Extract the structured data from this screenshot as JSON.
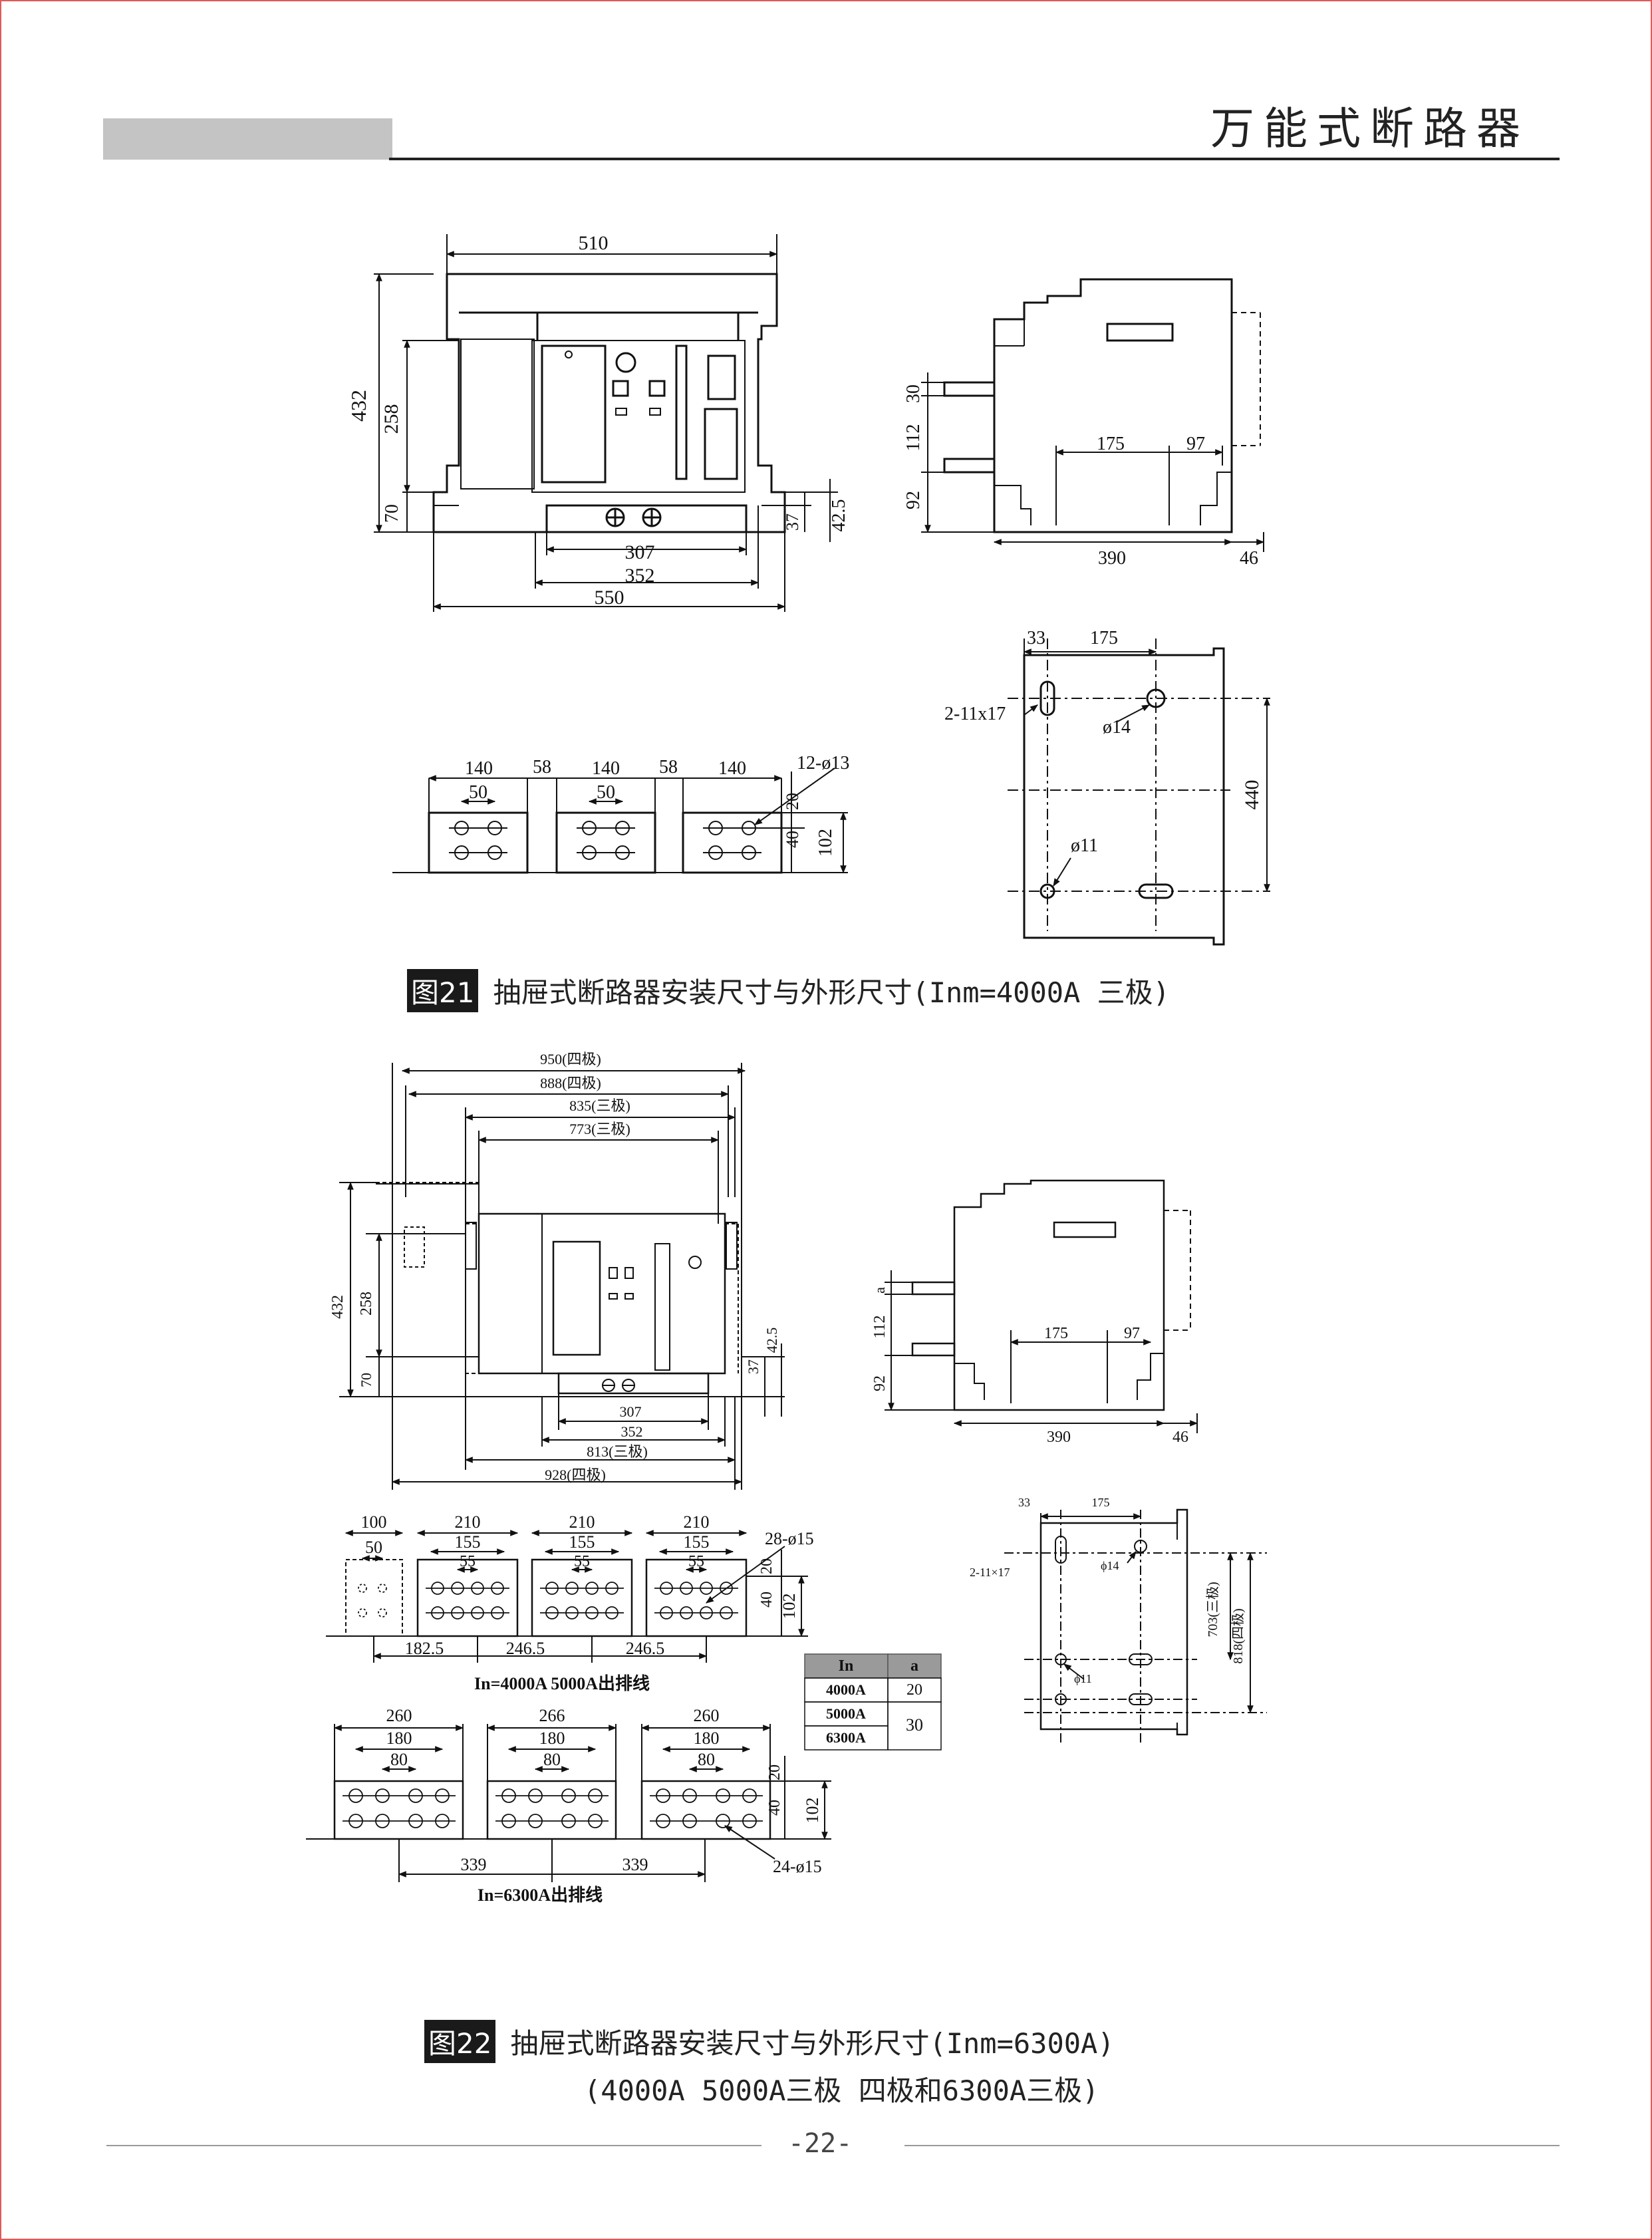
{
  "header": {
    "title": "万能式断路器"
  },
  "figure21": {
    "tag": "图21",
    "caption": "抽屉式断路器安装尺寸与外形尺寸(Inm=4000A  三极)",
    "front": {
      "w510": "510",
      "h432": "432",
      "h258": "258",
      "h70": "70",
      "d37": "37",
      "d425": "42.5",
      "w307": "307",
      "w352": "352",
      "w550": "550"
    },
    "side": {
      "d30": "30",
      "d112": "112",
      "d92": "92",
      "d175": "175",
      "d97": "97",
      "d390": "390",
      "d46": "46"
    },
    "mount": {
      "d33": "33",
      "d175": "175",
      "slot": "2-11x17",
      "phi14": "ø14",
      "phi11": "ø11",
      "d440": "440"
    },
    "terminals": {
      "d140": "140",
      "d58": "58",
      "d50": "50",
      "holes": "12-ø13",
      "d20": "20",
      "d40": "40",
      "d102": "102"
    }
  },
  "figure22": {
    "tag": "图22",
    "caption1": "抽屉式断路器安装尺寸与外形尺寸(Inm=6300A)",
    "caption2": "(4000A   5000A三极    四极和6300A三极)",
    "front": {
      "w950": "950(四极)",
      "w888": "888(四极)",
      "w835": "835(三极)",
      "w773": "773(三极)",
      "h432": "432",
      "h258": "258",
      "h70": "70",
      "d425": "42.5",
      "d37": "37",
      "w307": "307",
      "w352": "352",
      "w813": "813(三极)",
      "w928": "928(四极)"
    },
    "side": {
      "da": "a",
      "d112": "112",
      "d92": "92",
      "d175": "175",
      "d97": "97",
      "d390": "390",
      "d46": "46"
    },
    "mount": {
      "d33": "33",
      "d175": "175",
      "slot": "2-11×17",
      "phi14": "ϕ14",
      "phi11": "ϕ11",
      "h703": "703(三极)",
      "h818": "818(四极)"
    },
    "busbar5000": {
      "d100": "100",
      "d50": "50",
      "d210": "210",
      "d155": "155",
      "d55": "55",
      "holes": "28-ø15",
      "d20": "20",
      "d40": "40",
      "d102": "102",
      "d1825": "182.5",
      "d2465": "246.5",
      "label": "In=4000A  5000A出排线"
    },
    "table": {
      "headers": [
        "In",
        "a"
      ],
      "rows": [
        [
          "4000A",
          "20"
        ],
        [
          "5000A",
          "30"
        ],
        [
          "6300A",
          ""
        ]
      ]
    },
    "busbar6300": {
      "d260": "260",
      "d266": "266",
      "d180": "180",
      "d80": "80",
      "holes": "24-ø15",
      "d20": "20",
      "d40": "40",
      "d102": "102",
      "d339": "339",
      "label": "In=6300A出排线"
    }
  },
  "footer": {
    "page": "-22-"
  }
}
